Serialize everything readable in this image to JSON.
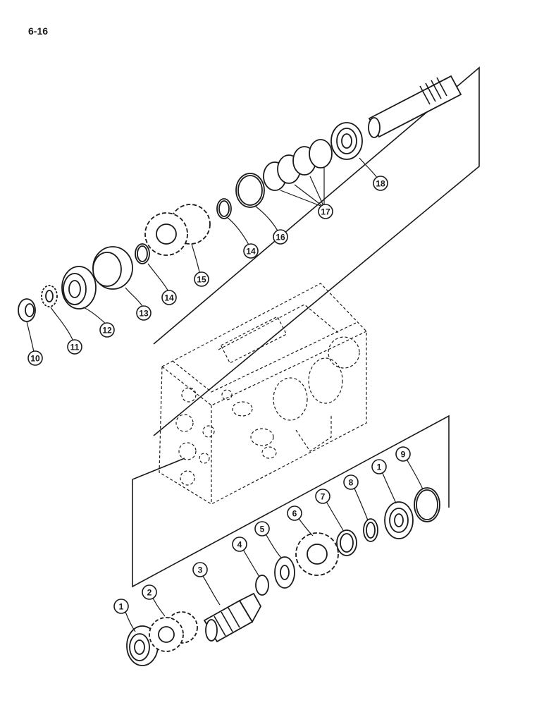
{
  "page_label": "6-16",
  "callouts": [
    {
      "id": "c-1a",
      "text": "1"
    },
    {
      "id": "c-2",
      "text": "2"
    },
    {
      "id": "c-3",
      "text": "3"
    },
    {
      "id": "c-4",
      "text": "4"
    },
    {
      "id": "c-5",
      "text": "5"
    },
    {
      "id": "c-6",
      "text": "6"
    },
    {
      "id": "c-7",
      "text": "7"
    },
    {
      "id": "c-8",
      "text": "8"
    },
    {
      "id": "c-1b",
      "text": "1"
    },
    {
      "id": "c-9",
      "text": "9"
    },
    {
      "id": "c-10",
      "text": "10"
    },
    {
      "id": "c-11",
      "text": "11"
    },
    {
      "id": "c-12",
      "text": "12"
    },
    {
      "id": "c-13",
      "text": "13"
    },
    {
      "id": "c-14a",
      "text": "14"
    },
    {
      "id": "c-15",
      "text": "15"
    },
    {
      "id": "c-14b",
      "text": "14"
    },
    {
      "id": "c-16",
      "text": "16"
    },
    {
      "id": "c-17",
      "text": "17"
    },
    {
      "id": "c-18",
      "text": "18"
    }
  ]
}
